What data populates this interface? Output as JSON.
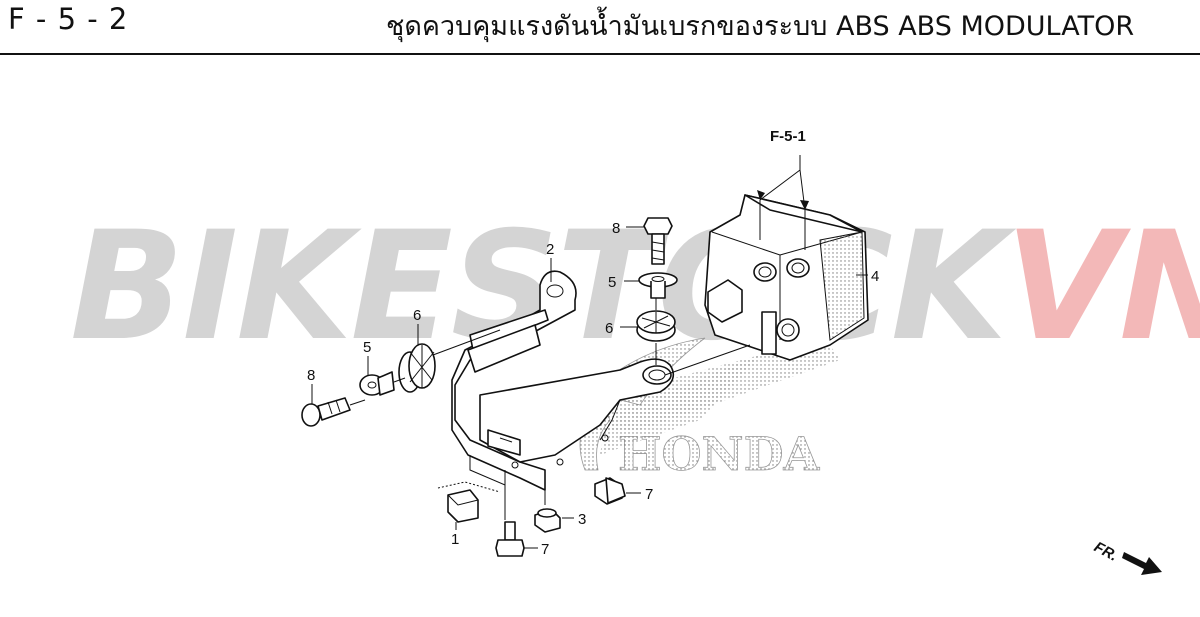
{
  "header": {
    "code": "F - 5 - 2",
    "title": "ชุดควบคุมแรงดันน้ำมันเบรกของระบบ ABS  ABS MODULATOR"
  },
  "watermark": {
    "text_a": "BIKESTOCK",
    "text_b": "VN"
  },
  "diagram": {
    "reference": "F-5-1",
    "brand_mark": "HONDA",
    "direction_label": "FR.",
    "callouts": [
      {
        "id": "c2",
        "number": "2"
      },
      {
        "id": "c8a",
        "number": "8"
      },
      {
        "id": "c5a",
        "number": "5"
      },
      {
        "id": "c6a",
        "number": "6"
      },
      {
        "id": "c4",
        "number": "4"
      },
      {
        "id": "c6b",
        "number": "6"
      },
      {
        "id": "c5b",
        "number": "5"
      },
      {
        "id": "c8b",
        "number": "8"
      },
      {
        "id": "c7a",
        "number": "7"
      },
      {
        "id": "c3",
        "number": "3"
      },
      {
        "id": "c1",
        "number": "1"
      },
      {
        "id": "c7b",
        "number": "7"
      }
    ]
  },
  "colors": {
    "watermark_gray": "#d4d4d4",
    "watermark_red": "#f3b8b8",
    "line": "#111111"
  },
  "icons": {
    "direction": "arrow-right-down-icon"
  }
}
